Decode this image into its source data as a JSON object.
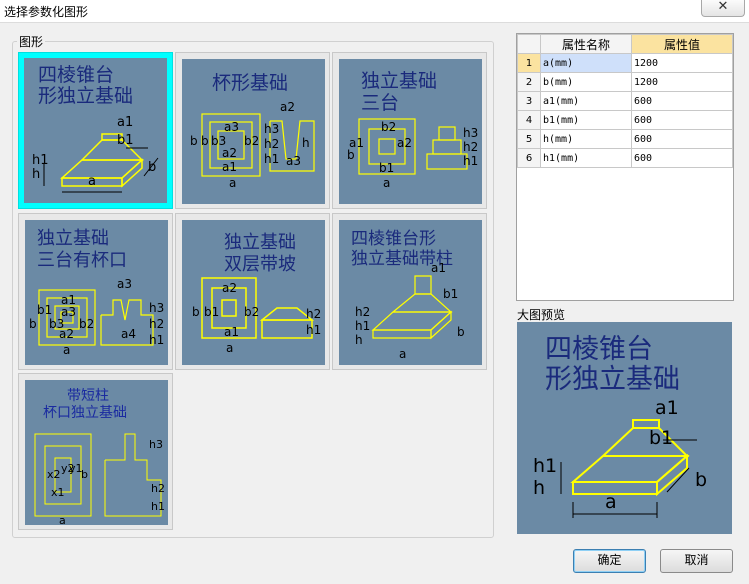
{
  "window": {
    "title": "选择参数化图形",
    "close_glyph": "✕"
  },
  "shapes_group": {
    "label": "图形"
  },
  "shapes": [
    {
      "lines": [
        "四棱锥台",
        "形独立基础"
      ],
      "labels": [
        "a1",
        "b1",
        "h1",
        "h",
        "a",
        "b"
      ]
    },
    {
      "lines": [
        "杯形基础"
      ],
      "labels": [
        "a2",
        "a3",
        "b",
        "b",
        "b3",
        "b2",
        "h3",
        "h2",
        "h1",
        "a2",
        "a1",
        "a",
        "h",
        "a3"
      ]
    },
    {
      "lines": [
        "独立基础",
        "三台"
      ],
      "labels": [
        "b2",
        "a2",
        "a1",
        "b",
        "b1",
        "a",
        "h3",
        "h2",
        "h1"
      ]
    },
    {
      "lines": [
        "独立基础",
        "三台有杯口"
      ],
      "labels": [
        "a3",
        "a1",
        "b1",
        "a3",
        "b3",
        "b2",
        "b",
        "a2",
        "a",
        "h3",
        "h2",
        "h1",
        "a4"
      ]
    },
    {
      "lines": [
        "独立基础",
        "双层带坡"
      ],
      "labels": [
        "a2",
        "b",
        "b1",
        "b2",
        "a1",
        "a",
        "h2",
        "h1"
      ]
    },
    {
      "lines": [
        "四棱锥台形",
        "独立基础带柱"
      ],
      "labels": [
        "a1",
        "b1",
        "h2",
        "h1",
        "h",
        "b",
        "a"
      ]
    },
    {
      "lines": [
        "带短柱",
        "杯口独立基础"
      ],
      "labels": [
        "x2",
        "y2",
        "y1",
        "b",
        "x1",
        "a",
        "h3",
        "h2",
        "h1"
      ]
    }
  ],
  "properties": {
    "header_name": "属性名称",
    "header_value": "属性值",
    "rows": [
      {
        "num": "1",
        "name": "a(mm)",
        "value": "1200"
      },
      {
        "num": "2",
        "name": "b(mm)",
        "value": "1200"
      },
      {
        "num": "3",
        "name": "a1(mm)",
        "value": "600"
      },
      {
        "num": "4",
        "name": "b1(mm)",
        "value": "600"
      },
      {
        "num": "5",
        "name": "h(mm)",
        "value": "600"
      },
      {
        "num": "6",
        "name": "h1(mm)",
        "value": "600"
      }
    ]
  },
  "preview": {
    "label": "大图预览",
    "lines": [
      "四棱锥台",
      "形独立基础"
    ],
    "labels": [
      "a1",
      "b1",
      "h1",
      "h",
      "b",
      "a"
    ]
  },
  "buttons": {
    "ok": "确定",
    "cancel": "取消"
  },
  "colors": {
    "panel": "#6b8aa5",
    "line": "#ffff00",
    "title_text": "#1a2a7c",
    "dim": "#000000",
    "selection": "#00ffff"
  }
}
